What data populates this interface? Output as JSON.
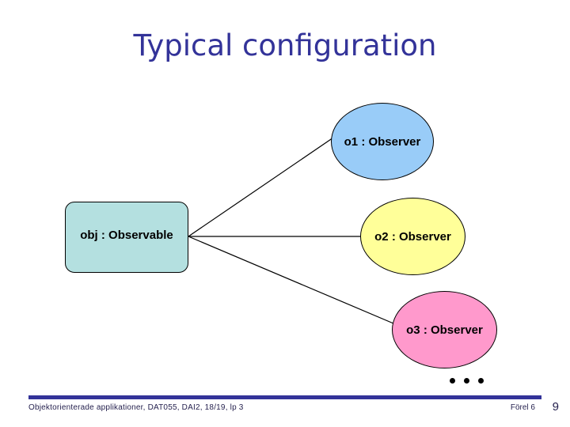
{
  "slide": {
    "title": "Typical configuration",
    "title_color": "#333399",
    "background_color": "#ffffff"
  },
  "diagram": {
    "type": "uml-object-diagram",
    "subject": {
      "name": "observable",
      "label": "obj : Observable",
      "shape": "rounded-rectangle",
      "fill_color": "#b4e0e0",
      "stroke_color": "#000000"
    },
    "observers": [
      {
        "name": "o1",
        "label": "o1 : Observer",
        "shape": "ellipse",
        "fill_color": "#99ccf8",
        "stroke_color": "#000000"
      },
      {
        "name": "o2",
        "label": "o2 : Observer",
        "shape": "ellipse",
        "fill_color": "#ffff99",
        "stroke_color": "#000000"
      },
      {
        "name": "o3",
        "label": "o3 : Observer",
        "shape": "ellipse",
        "fill_color": "#ff99cc",
        "stroke_color": "#000000"
      }
    ],
    "connectors": [
      {
        "name": "link-observable-o1",
        "from": "observable",
        "to": "o1"
      },
      {
        "name": "link-observable-o2",
        "from": "observable",
        "to": "o2"
      },
      {
        "name": "link-observable-o3",
        "from": "observable",
        "to": "o3"
      }
    ],
    "more_indicator": "•••"
  },
  "footer": {
    "course": "Objektorienterade applikationer, DAT055, DAI2, 18/19, lp 3",
    "lecture": "Förel 6",
    "page_number": "9",
    "rule_color": "#333399"
  }
}
